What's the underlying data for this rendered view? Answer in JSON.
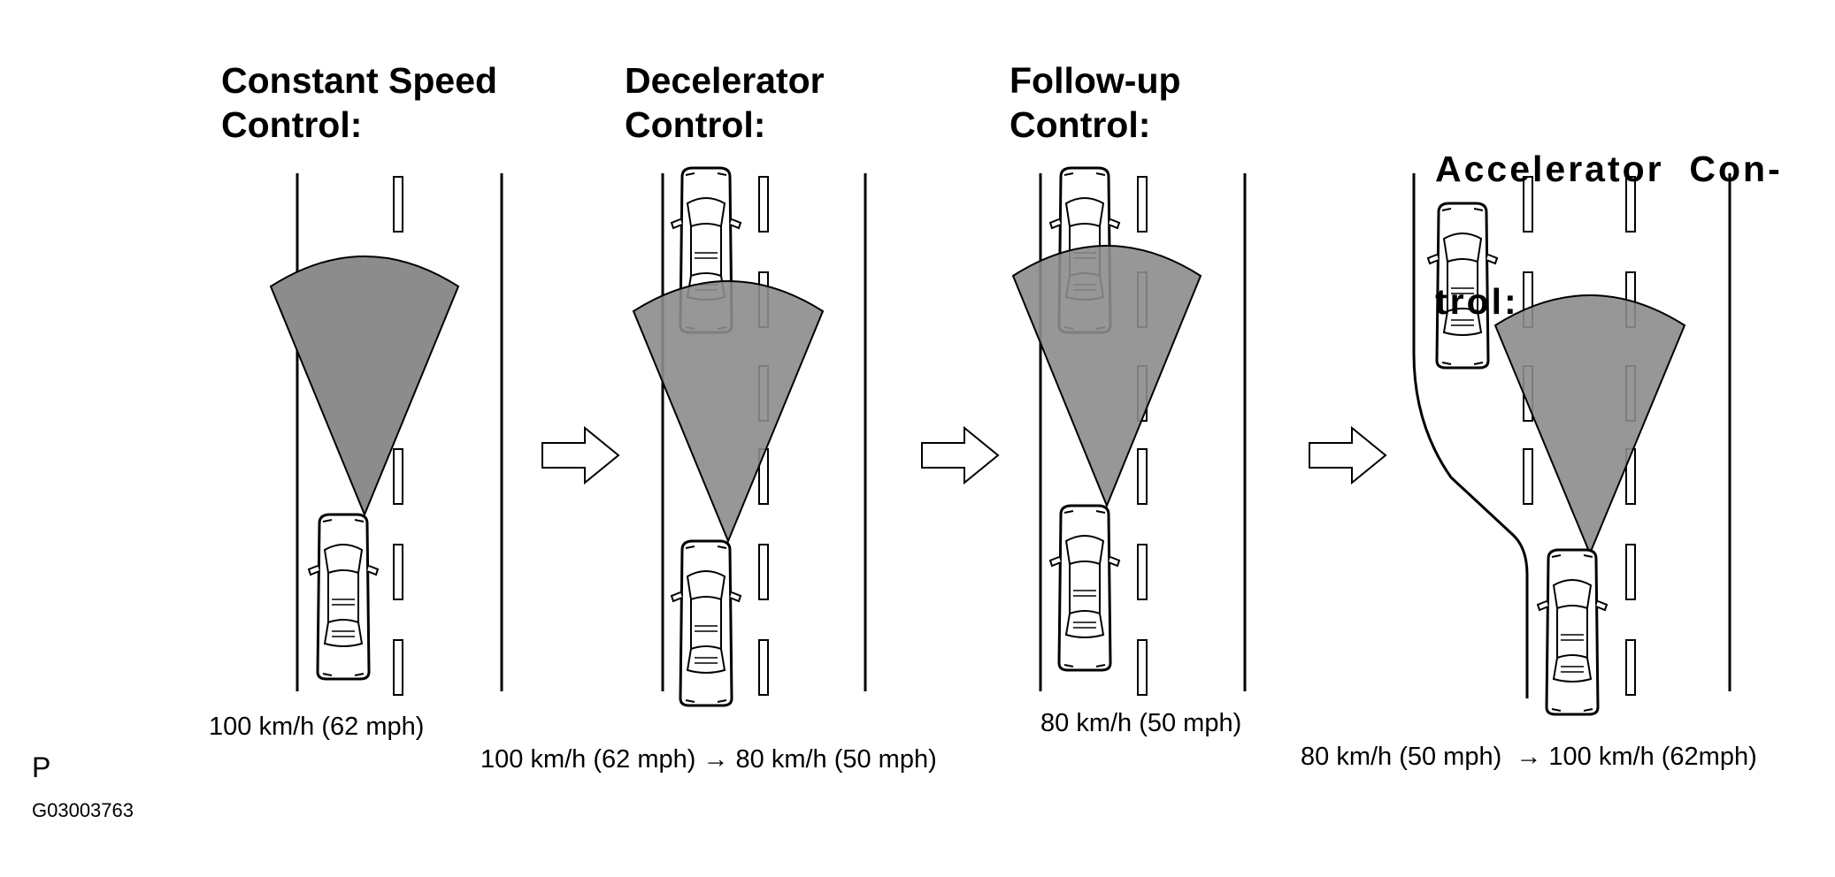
{
  "panels": [
    {
      "title_line1": "Constant Speed",
      "title_line2": "Control:",
      "speed": "100 km/h (62 mph)"
    },
    {
      "title_line1": "Decelerator",
      "title_line2": "Control:",
      "speed": "100 km/h (62 mph) → 80 km/h (50 mph)"
    },
    {
      "title_line1": "Follow-up",
      "title_line2": "Control:",
      "speed": "80 km/h (50 mph)"
    },
    {
      "title_line1": "Accelerator  Con-",
      "title_line2": "trol:",
      "speed": "80 km/h (50 mph)  → 100 km/h (62mph)"
    }
  ],
  "page_mark": "P",
  "figure_code": "G03003763",
  "colors": {
    "radar_beam": "#8c8c8c",
    "line": "#000000",
    "background": "#ffffff"
  },
  "icons": [
    "car-icon",
    "radar-beam",
    "right-arrow-icon",
    "lane-marking"
  ]
}
